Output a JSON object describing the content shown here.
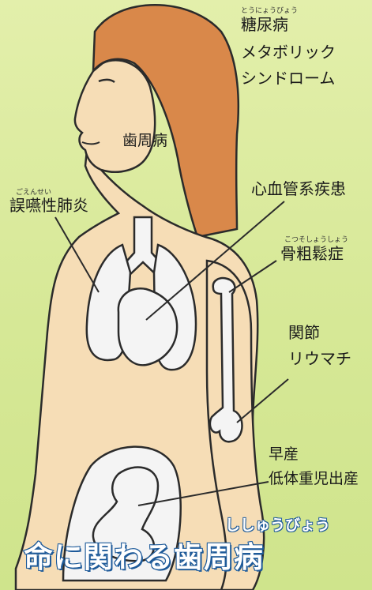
{
  "labels": {
    "diabetes": "糖尿病",
    "diabetes_ruby": "とうにょうびょう",
    "metabolic_1": "メタボリック",
    "metabolic_2": "シンドローム",
    "periodontal": "歯周病",
    "pneumonia": "誤嚥性肺炎",
    "pneumonia_ruby": "ごえんせい",
    "cardio": "心血管系疾患",
    "osteo": "骨粗鬆症",
    "osteo_ruby": "こつそしょうしょう",
    "rheuma_1": "関節",
    "rheuma_2": "リウマチ",
    "preterm_1": "早産",
    "preterm_2": "低体重児出産"
  },
  "title": {
    "text": "命に関わる歯周病",
    "ruby": "ししゅうびょう"
  },
  "colors": {
    "background": "#d8ea9a",
    "skin": "#f6ddb6",
    "hair": "#d9884a",
    "organ": "#f4f4f4",
    "outline": "#2b2b2b",
    "title_fill": "#ffffff",
    "title_stroke": "#2a6fb5"
  }
}
